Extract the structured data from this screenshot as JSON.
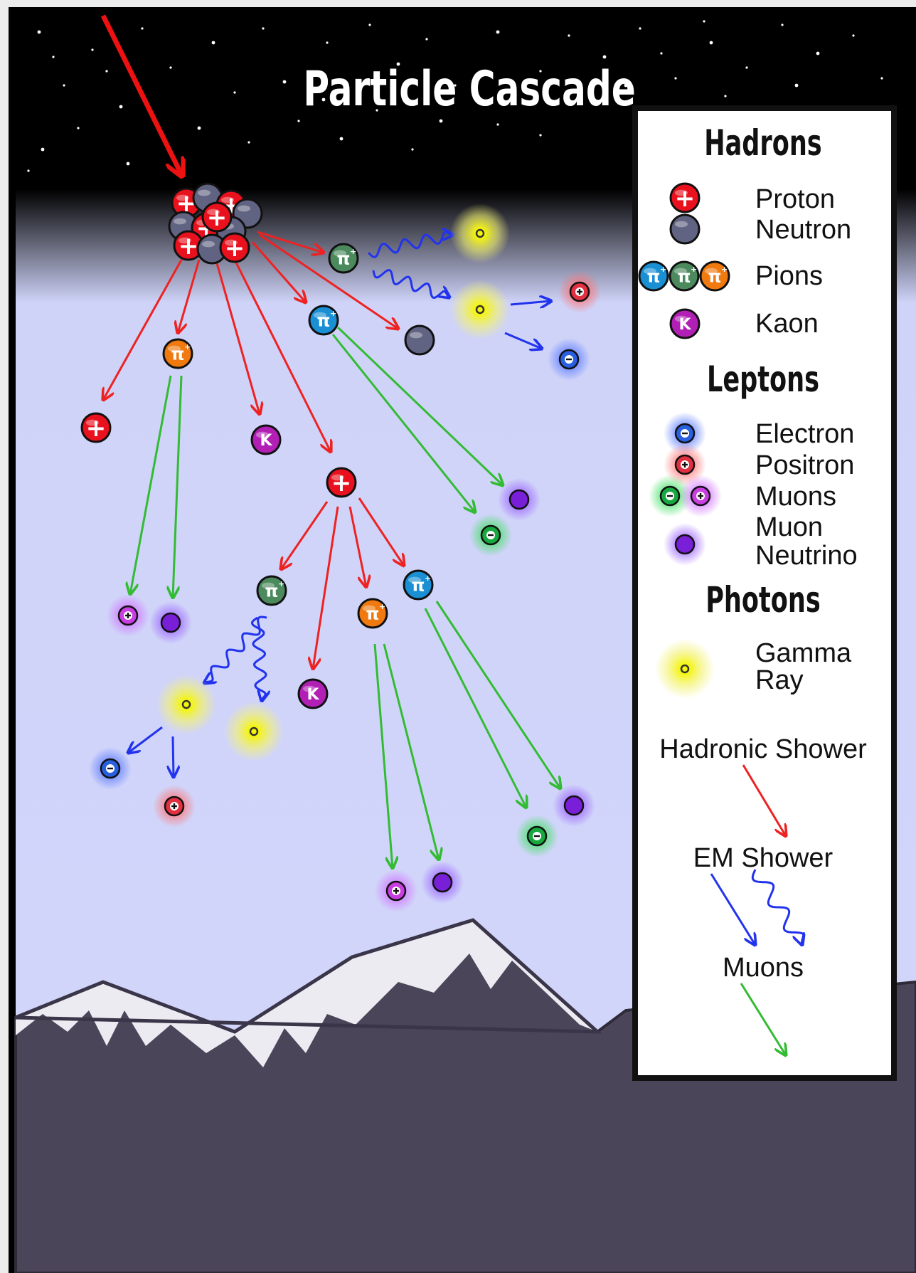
{
  "title": "Particle Cascade",
  "legend": {
    "hadrons_heading": "Hadrons",
    "proton": "Proton",
    "neutron": "Neutron",
    "pions": "Pions",
    "kaon": "Kaon",
    "leptons_heading": "Leptons",
    "electron": "Electron",
    "positron": "Positron",
    "muons": "Muons",
    "muon_neutrino_1": "Muon",
    "muon_neutrino_2": "Neutrino",
    "photons_heading": "Photons",
    "gamma_ray_1": "Gamma",
    "gamma_ray_2": "Ray",
    "hadronic_shower": "Hadronic Shower",
    "em_shower": "EM Shower",
    "muons_arrow": "Muons"
  },
  "glyphs": {
    "pion": "π",
    "pion_plus": "+",
    "kaon": "K",
    "plus": "+",
    "minus": "−"
  },
  "colors": {
    "sky_top": "#000000",
    "sky_bottom": "#d2d6fb",
    "mountain": "#4b4559",
    "snow": "#ecebf2",
    "hadronic_arrow": "#ee2222",
    "em_arrow": "#2233ee",
    "muon_arrow": "#33bb33",
    "proton": "#e8111d",
    "neutron": "#616382",
    "pion_green": "#4c8a5e",
    "pion_orange": "#f07a10",
    "pion_blue": "#1a8fd4",
    "kaon": "#b21fb5",
    "electron": "#2860e0",
    "positron": "#e23040",
    "muon_minus": "#17a940",
    "muon_plus": "#c93ee0",
    "muon_neutrino": "#7a1fd8",
    "gamma": "#f2f20c"
  }
}
